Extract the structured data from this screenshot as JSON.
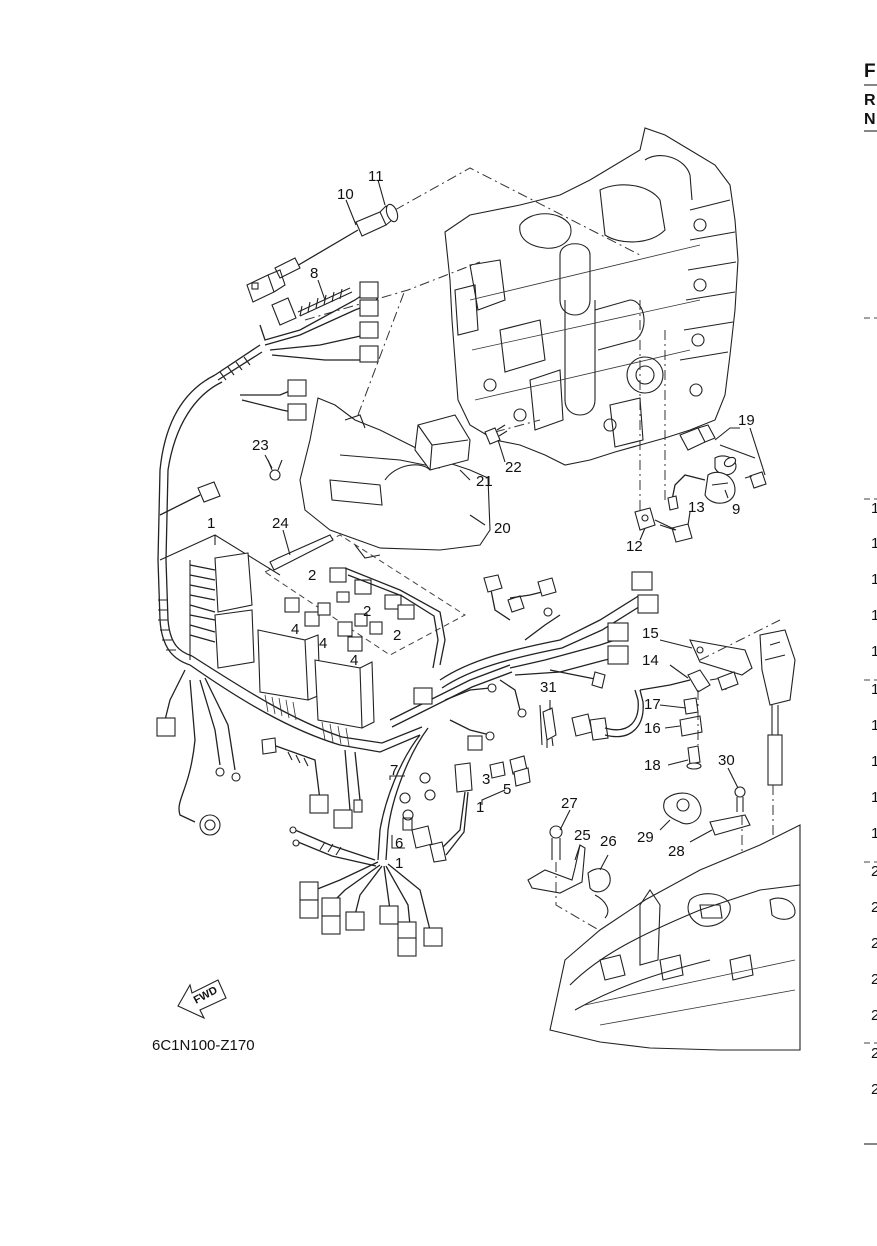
{
  "diagram": {
    "reference_code": "6C1N100-Z170",
    "fwd_label": "FWD",
    "callouts": [
      "1",
      "1",
      "1",
      "2",
      "2",
      "2",
      "3",
      "4",
      "4",
      "4",
      "5",
      "6",
      "7",
      "8",
      "9",
      "10",
      "11",
      "12",
      "13",
      "14",
      "15",
      "16",
      "17",
      "18",
      "19",
      "20",
      "21",
      "22",
      "23",
      "24",
      "25",
      "26",
      "27",
      "28",
      "29",
      "30",
      "31"
    ],
    "right_edge_text": {
      "top": [
        "F",
        "R",
        "N"
      ],
      "rows": [
        "1",
        "1",
        "1",
        "1",
        "1",
        "1",
        "1",
        "1",
        "1",
        "1",
        "2",
        "2",
        "2",
        "2",
        "2",
        "2",
        "2"
      ]
    }
  }
}
